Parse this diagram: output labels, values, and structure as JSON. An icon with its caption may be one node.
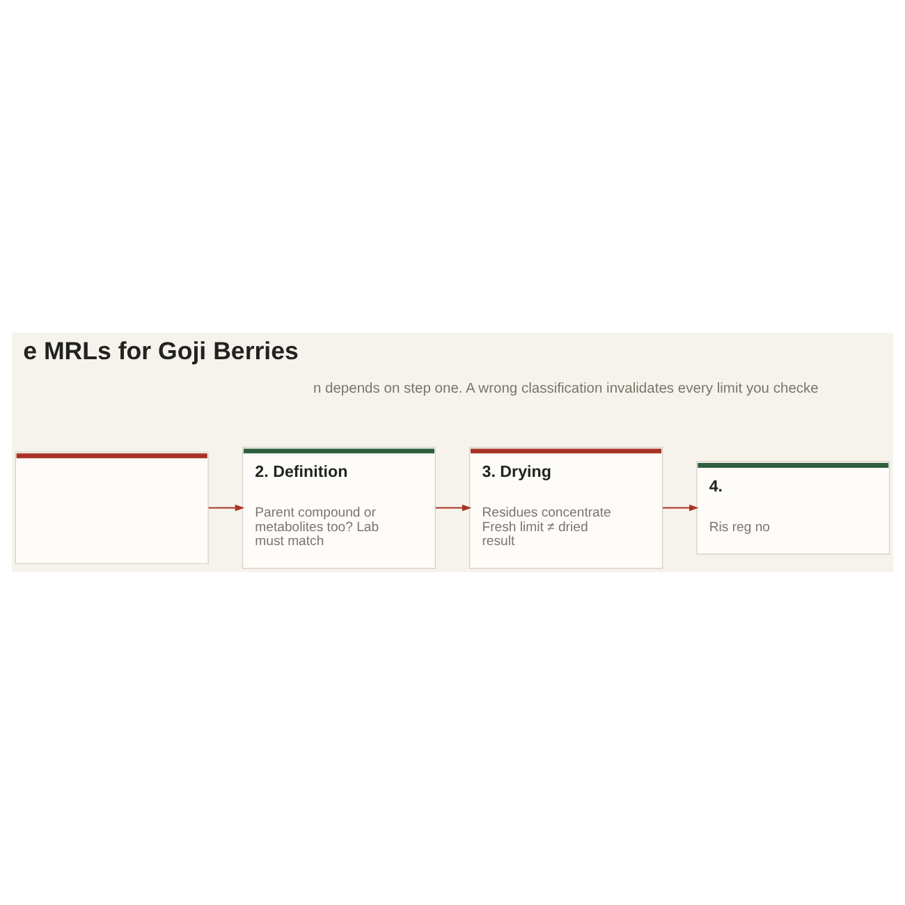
{
  "diagram": {
    "title": "e MRLs for Goji Berries",
    "nodes": [
      {
        "text": [],
        "shape": "box"
      },
      {
        "text": [
          "2. Definition",
          "Parent compound or metabolites too? Lab must match"
        ]
      },
      {
        "text": [
          "3. Drying",
          "Residues concentrate Fresh limit ≠ dried result"
        ]
      },
      {
        "text": [
          "4.",
          "Ris reg no"
        ]
      }
    ],
    "edges": [
      {
        "from": 0,
        "to": 1,
        "arrow": "to"
      },
      {
        "from": 1,
        "to": 2,
        "arrow": "to"
      },
      {
        "from": 2,
        "to": 3,
        "arrow": "to"
      }
    ],
    "labels": [
      "n depends on step one. A wrong classification invalidates every limit you checke"
    ]
  }
}
